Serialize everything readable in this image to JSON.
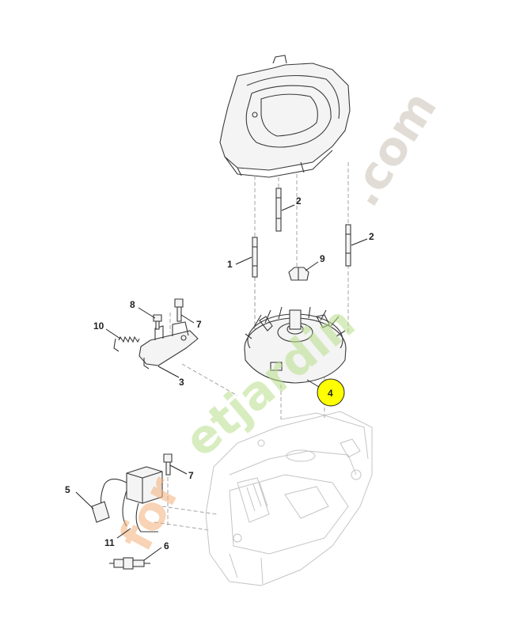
{
  "callouts": {
    "c1": "1",
    "c2a": "2",
    "c2b": "2",
    "c3": "3",
    "c4": "4",
    "c5": "5",
    "c6": "6",
    "c7a": "7",
    "c7b": "7",
    "c8": "8",
    "c9": "9",
    "c10": "10",
    "c11": "11"
  },
  "highlight_color": "#ffff00",
  "watermark": {
    "text_a": "for",
    "text_b": "etjardin",
    "text_c": ".com",
    "color_a": "#f3b07a",
    "color_b": "#b9e08c",
    "color_c": "#c9c2b5"
  }
}
